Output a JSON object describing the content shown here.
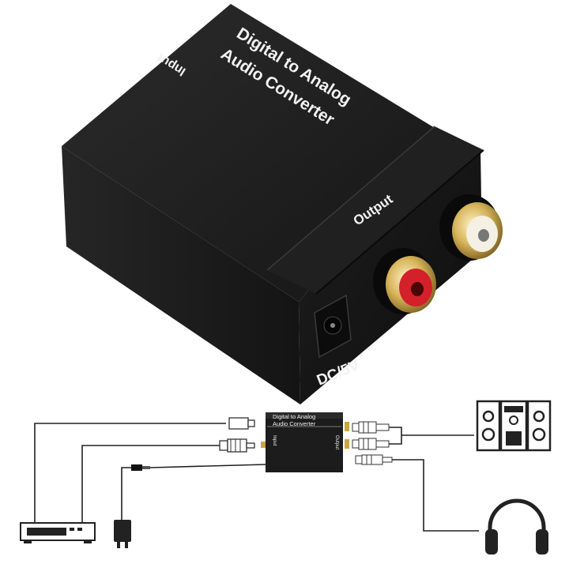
{
  "product": {
    "title_line1": "Digital  to Analog",
    "title_line2": "Audio Converter",
    "input_label": "Input",
    "output_label": "Output",
    "power_label": "DC/5V"
  },
  "diagram": {
    "title_line1": "Digital  to Analog",
    "title_line2": "Audio Converter",
    "input_label": "Input",
    "output_label": "Output"
  },
  "colors": {
    "body": "#1b1b1b",
    "gold": "#c8a640",
    "rca_red": "#d4202a",
    "rca_white": "#eeeeee"
  },
  "icons": [
    "optical-plug-icon",
    "coax-plug-icon",
    "usb-power-icon",
    "dvd-player-icon",
    "power-adapter-icon",
    "hifi-speaker-icon",
    "headphones-icon"
  ]
}
